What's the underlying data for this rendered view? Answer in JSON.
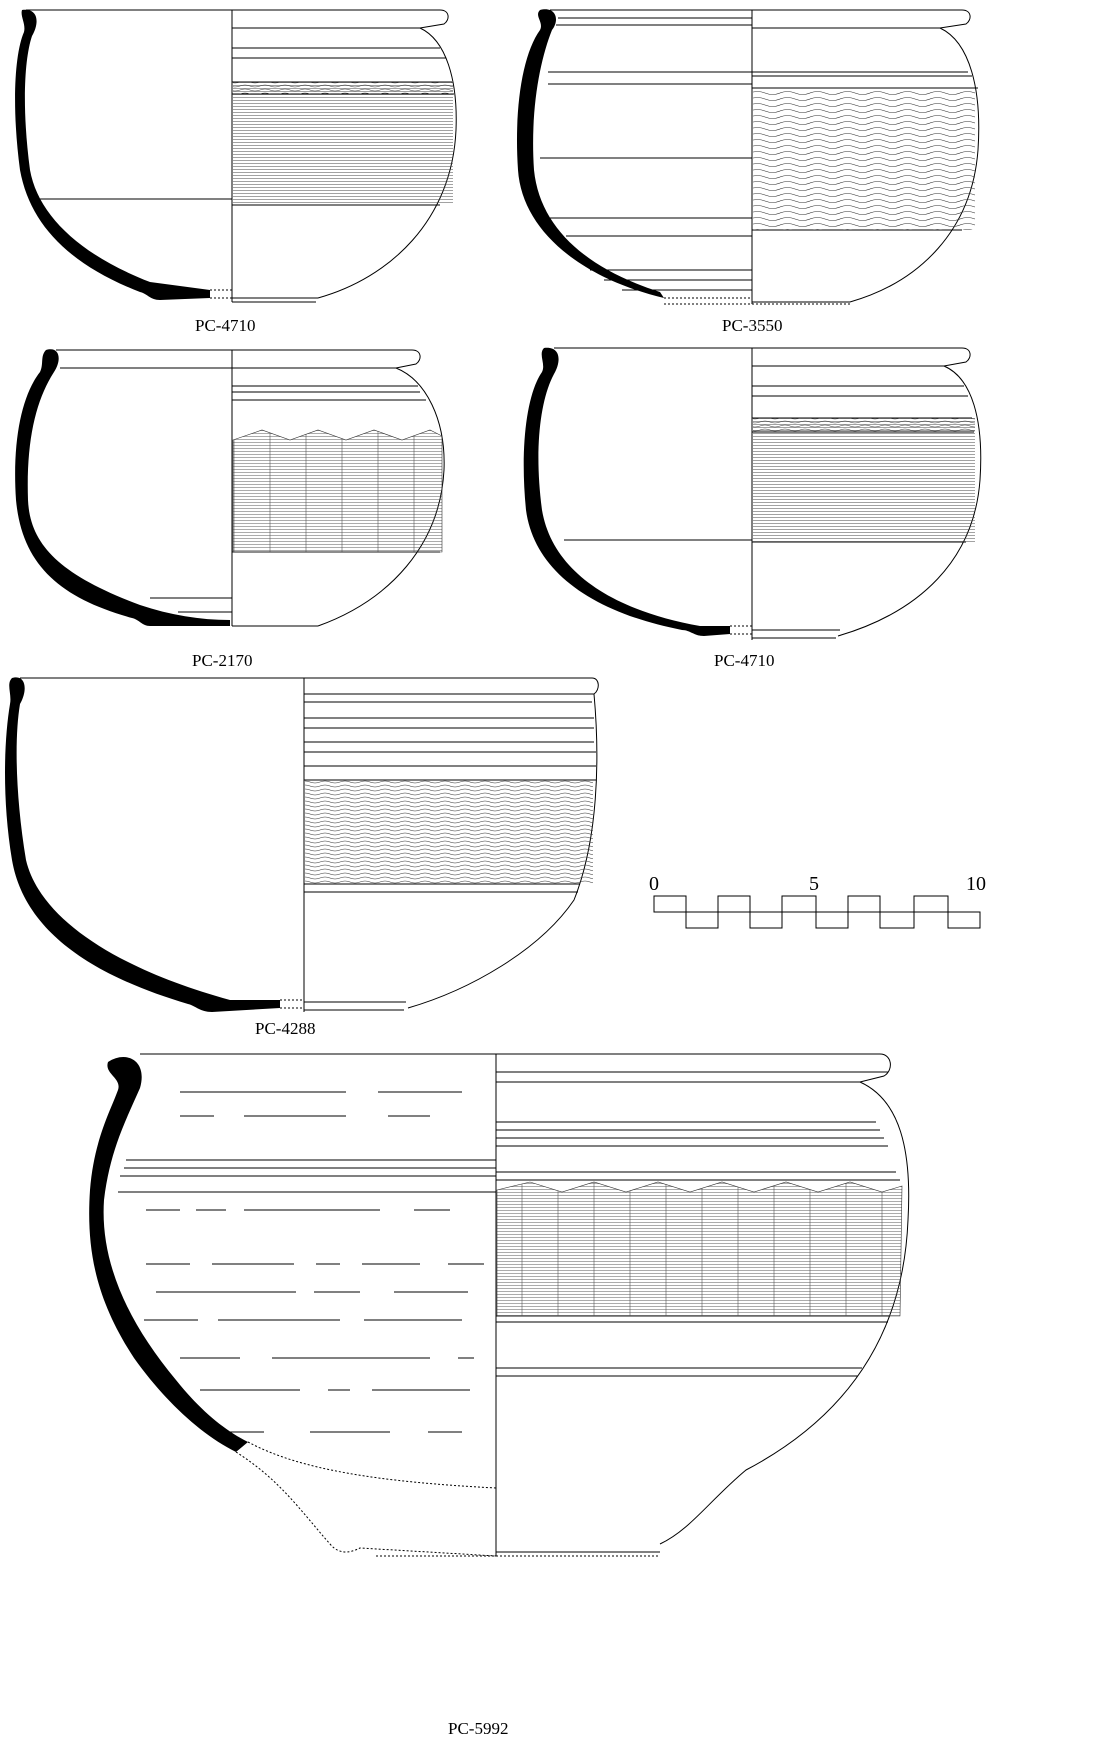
{
  "vessels": [
    {
      "label": "PC-4710"
    },
    {
      "label": "PC-3550"
    },
    {
      "label": "PC-2170"
    },
    {
      "label": "PC-4710"
    },
    {
      "label": "PC-4288"
    },
    {
      "label": "PC-5992"
    }
  ],
  "scale": {
    "ticks": [
      "0",
      "5",
      "10"
    ]
  }
}
